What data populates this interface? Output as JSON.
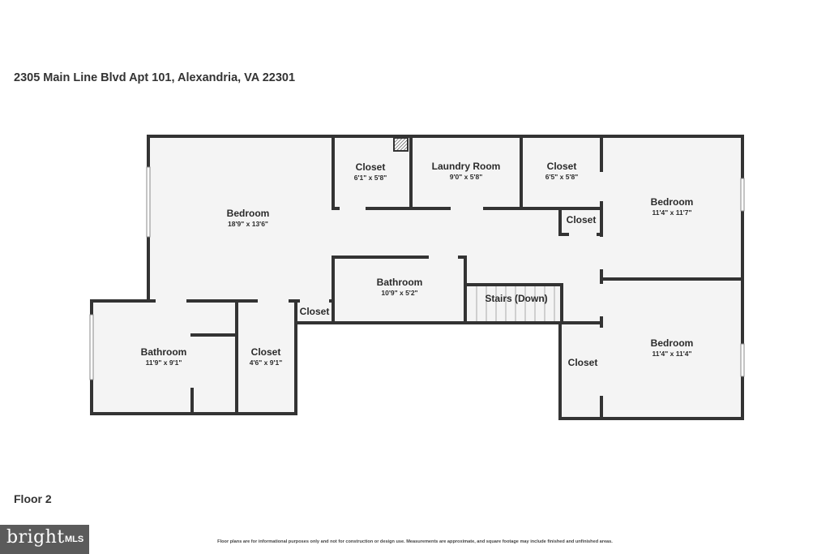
{
  "address": "2305 Main Line Blvd Apt 101, Alexandria, VA 22301",
  "floor_label": "Floor 2",
  "disclaimer": "Floor plans are for informational purposes only and not for construction or design use. Measurements are approximate, and square footage may include finished and unfinished areas.",
  "logo": {
    "text": "bright",
    "suffix": "MLS"
  },
  "rooms": {
    "bedroom_main": {
      "name": "Bedroom",
      "dims": "18'9\" x 13'6\""
    },
    "closet_a": {
      "name": "Closet",
      "dims": "6'1\" x 5'8\""
    },
    "laundry": {
      "name": "Laundry Room",
      "dims": "9'0\" x 5'8\""
    },
    "closet_b": {
      "name": "Closet",
      "dims": "6'5\" x 5'8\""
    },
    "bedroom_upper_right": {
      "name": "Bedroom",
      "dims": "11'4\" x 11'7\""
    },
    "closet_hall": {
      "name": "Closet"
    },
    "bathroom_middle": {
      "name": "Bathroom",
      "dims": "10'9\" x 5'2\""
    },
    "stairs": {
      "name": "Stairs (Down)"
    },
    "closet_small": {
      "name": "Closet"
    },
    "bathroom_left": {
      "name": "Bathroom",
      "dims": "11'9\" x 9'1\""
    },
    "closet_left": {
      "name": "Closet",
      "dims": "4'6\" x 9'1\""
    },
    "closet_lower_right": {
      "name": "Closet"
    },
    "bedroom_lower_right": {
      "name": "Bedroom",
      "dims": "11'4\" x 11'4\""
    }
  }
}
